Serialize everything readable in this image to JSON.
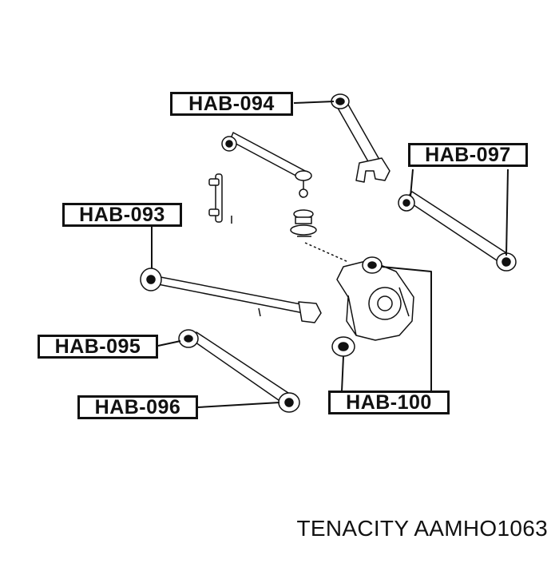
{
  "callouts": {
    "hab094": "HAB-094",
    "hab097": "HAB-097",
    "hab093": "HAB-093",
    "hab095": "HAB-095",
    "hab096": "HAB-096",
    "hab100": "HAB-100"
  },
  "footer": {
    "brand": "TENACITY",
    "part_number": "AAMHO1063",
    "text": "TENACITY AAMHO1063"
  },
  "colors": {
    "ink": "#111111",
    "background": "#ffffff"
  }
}
